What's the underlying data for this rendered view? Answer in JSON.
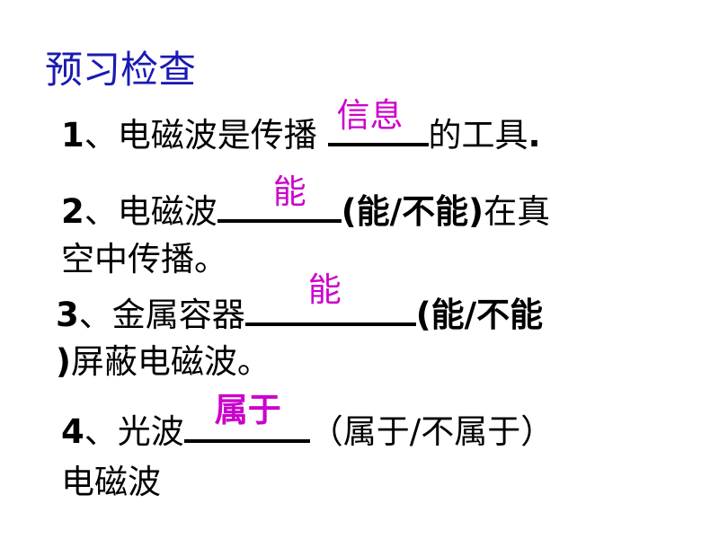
{
  "title": "预习检查",
  "q1": {
    "num": "1",
    "pre": "、电磁波是传播",
    "answer": "信息",
    "post": "的工具",
    "end": "."
  },
  "q2": {
    "num": "2",
    "pre": "、电磁波",
    "answer": "能",
    "paren": "(能/不能)",
    "post": "在真",
    "line2": "空中传播。"
  },
  "q3": {
    "num": "3",
    "pre": "、金属容器",
    "answer": "能",
    "paren": "(能/不能",
    "line2_paren": ")",
    "line2": "屏蔽电磁波。"
  },
  "q4": {
    "num": "4",
    "pre": "、光波",
    "answer": "属于",
    "post": "（属于/不属于）",
    "line2": "电磁波"
  },
  "colors": {
    "title": "#1a1ab3",
    "answer": "#cc00cc",
    "text": "#000000"
  }
}
